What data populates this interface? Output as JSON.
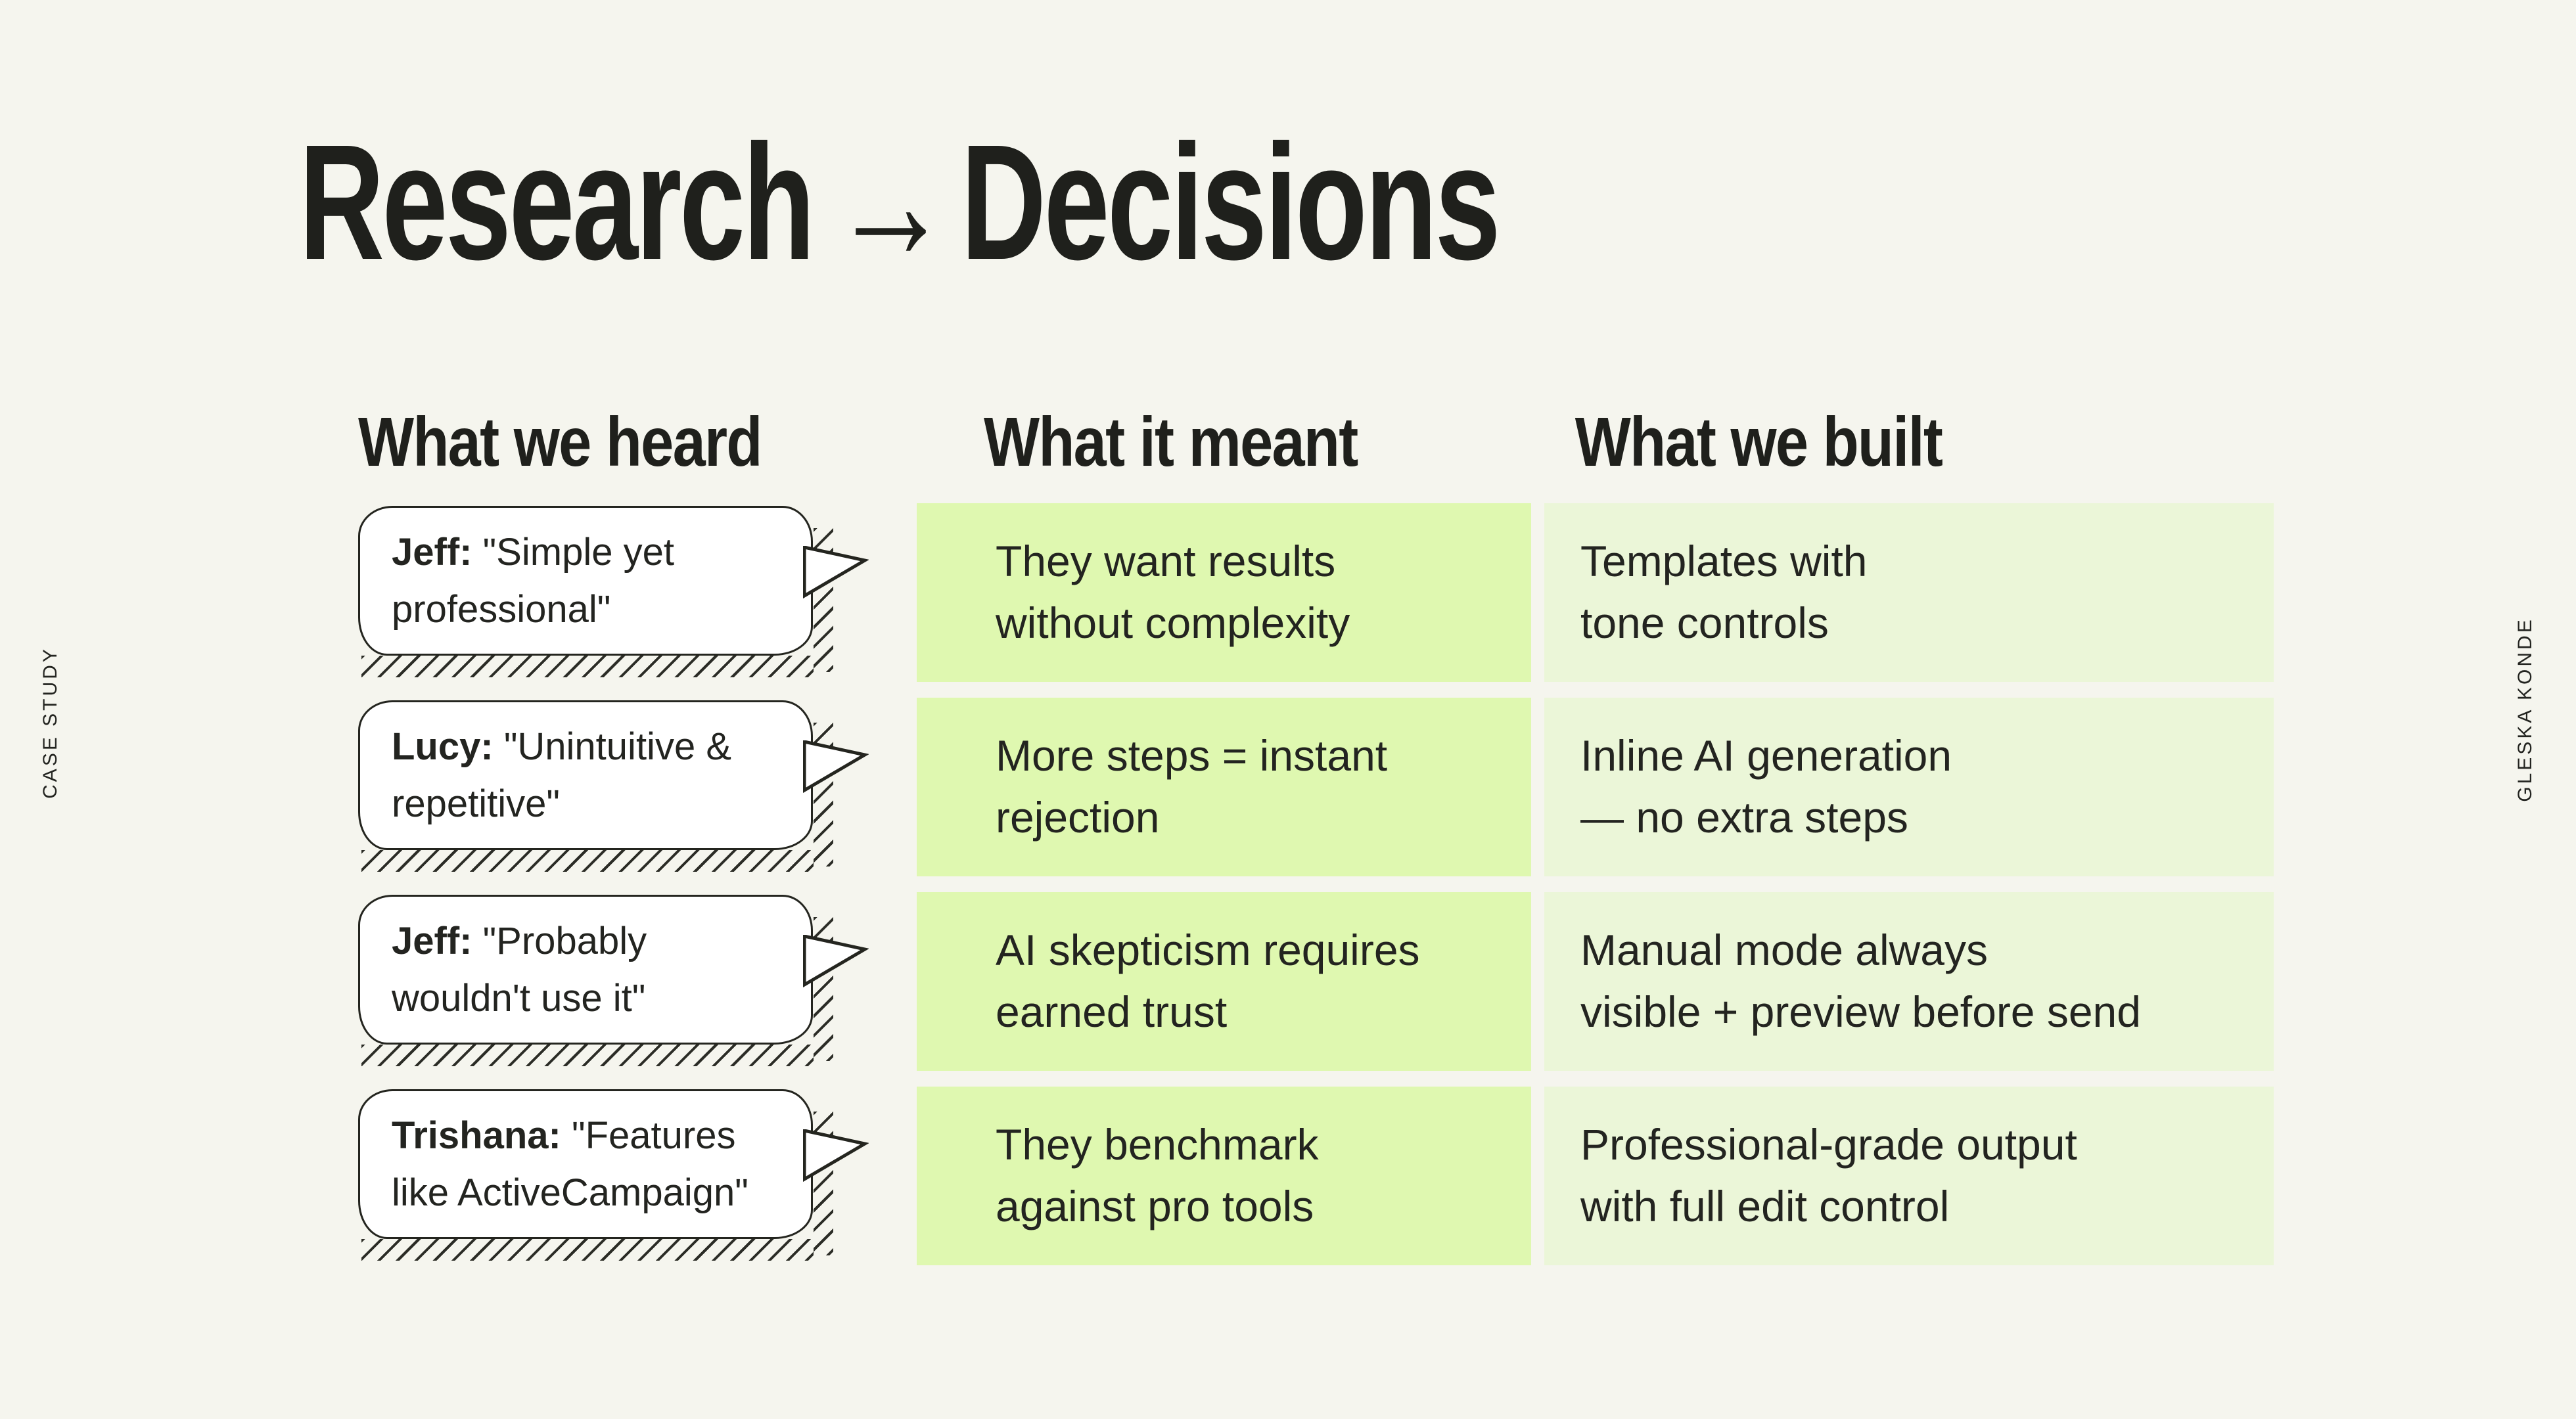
{
  "slide": {
    "title_left": "Research",
    "title_arrow": "→",
    "title_right": "Decisions",
    "side_left_label": "CASE STUDY",
    "side_right_label": "GLESKA KONDE"
  },
  "columns": {
    "heard_header": "What we heard",
    "meant_header": "What it meant",
    "built_header": "What we built"
  },
  "rows": [
    {
      "speaker": "Jeff:",
      "quote": "\"Simple yet\nprofessional\"",
      "meant": "They want results\nwithout complexity",
      "built": "Templates with\ntone controls"
    },
    {
      "speaker": "Lucy:",
      "quote": "\"Unintuitive &\nrepetitive\"",
      "meant": "More steps = instant\nrejection",
      "built": "Inline AI generation\n— no extra steps"
    },
    {
      "speaker": "Jeff:",
      "quote": "\"Probably\nwouldn't use it\"",
      "meant": "AI skepticism requires\nearned trust",
      "built": "Manual mode always\nvisible + preview before send"
    },
    {
      "speaker": "Trishana:",
      "quote": "\"Features\nlike ActiveCampaign\"",
      "meant": "They benchmark\nagainst pro tools",
      "built": "Professional-grade output\nwith full edit control"
    }
  ],
  "colors": {
    "background": "#F5F5EE",
    "ink": "#232420",
    "meant_cell": "#DFF8B0",
    "built_cell": "#EBF6D8",
    "bubble_fill": "#FFFFFF",
    "bubble_border": "#24251F"
  }
}
